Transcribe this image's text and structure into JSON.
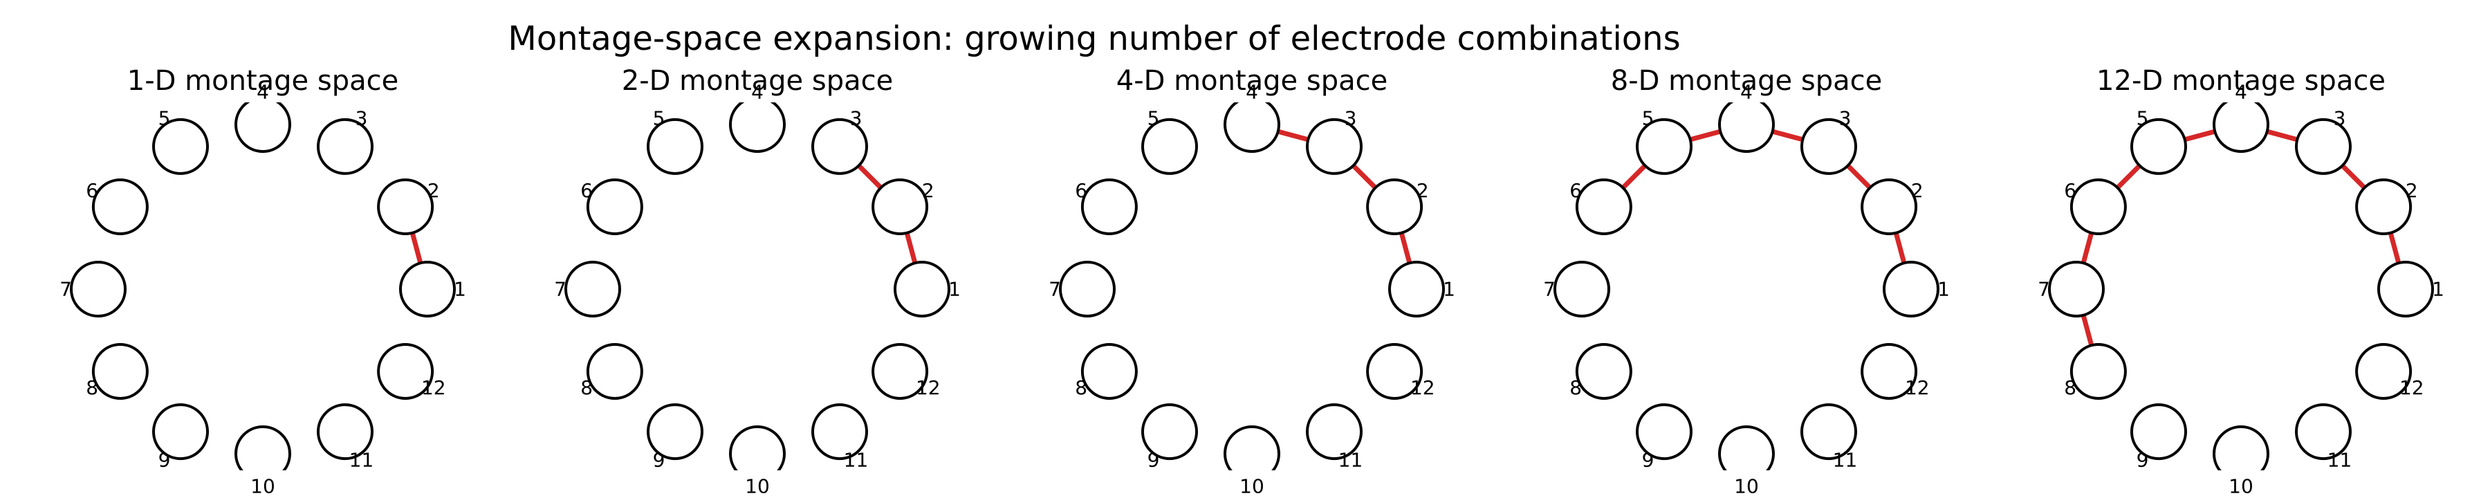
{
  "title": "Montage-space expansion: growing number of electrode combinations",
  "colors": {
    "edge": "#d62728",
    "node_stroke": "#000000",
    "node_fill": "#ffffff"
  },
  "chart_data": [
    {
      "type": "network",
      "title": "1-D montage space",
      "nodes": [
        "1",
        "2",
        "3",
        "4",
        "5",
        "6",
        "7",
        "8",
        "9",
        "10",
        "11",
        "12"
      ],
      "edges": [
        [
          "1",
          "2"
        ]
      ]
    },
    {
      "type": "network",
      "title": "2-D montage space",
      "nodes": [
        "1",
        "2",
        "3",
        "4",
        "5",
        "6",
        "7",
        "8",
        "9",
        "10",
        "11",
        "12"
      ],
      "edges": [
        [
          "1",
          "2"
        ],
        [
          "2",
          "3"
        ]
      ]
    },
    {
      "type": "network",
      "title": "4-D montage space",
      "nodes": [
        "1",
        "2",
        "3",
        "4",
        "5",
        "6",
        "7",
        "8",
        "9",
        "10",
        "11",
        "12"
      ],
      "edges": [
        [
          "1",
          "2"
        ],
        [
          "2",
          "3"
        ],
        [
          "3",
          "4"
        ]
      ]
    },
    {
      "type": "network",
      "title": "8-D montage space",
      "nodes": [
        "1",
        "2",
        "3",
        "4",
        "5",
        "6",
        "7",
        "8",
        "9",
        "10",
        "11",
        "12"
      ],
      "edges": [
        [
          "1",
          "2"
        ],
        [
          "2",
          "3"
        ],
        [
          "3",
          "4"
        ],
        [
          "4",
          "5"
        ],
        [
          "5",
          "6"
        ]
      ]
    },
    {
      "type": "network",
      "title": "12-D montage space",
      "nodes": [
        "1",
        "2",
        "3",
        "4",
        "5",
        "6",
        "7",
        "8",
        "9",
        "10",
        "11",
        "12"
      ],
      "edges": [
        [
          "1",
          "2"
        ],
        [
          "2",
          "3"
        ],
        [
          "3",
          "4"
        ],
        [
          "4",
          "5"
        ],
        [
          "5",
          "6"
        ],
        [
          "6",
          "7"
        ],
        [
          "7",
          "8"
        ]
      ]
    }
  ]
}
